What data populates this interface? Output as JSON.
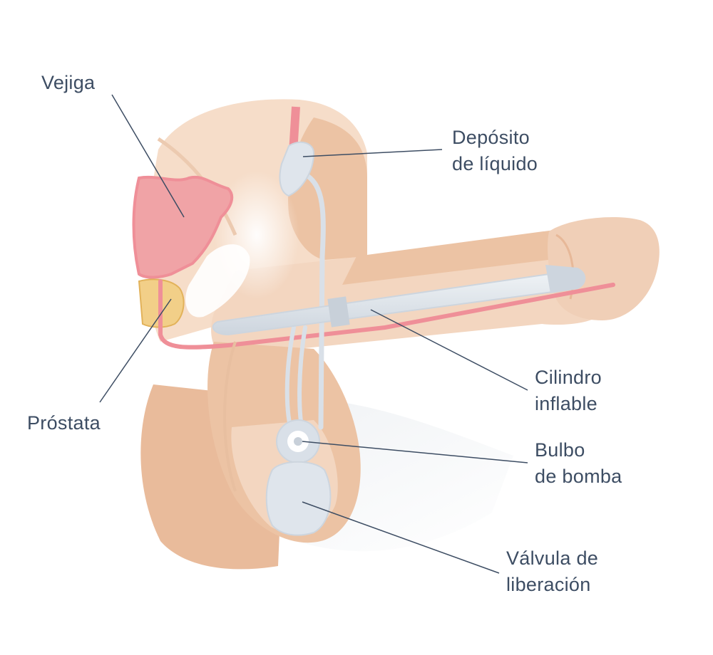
{
  "labels": {
    "vejiga": "Vejiga",
    "prostata": "Próstata",
    "deposito": [
      "Depósito",
      "de líquido"
    ],
    "cilindro": [
      "Cilindro",
      "inflable"
    ],
    "bulbo": [
      "Bulbo",
      "de bomba"
    ],
    "valvula": [
      "Válvula de",
      "liberación"
    ]
  },
  "colors": {
    "skin_light": "#f5dcc8",
    "skin_mid": "#ecc3a4",
    "skin_dark": "#e3b08e",
    "bladder": "#f0a3a6",
    "urethra": "#ef8f98",
    "prostate": "#f2cf88",
    "device": "#d9e0e8",
    "leader_line": "#3d4d63",
    "text": "#3d4d63"
  }
}
